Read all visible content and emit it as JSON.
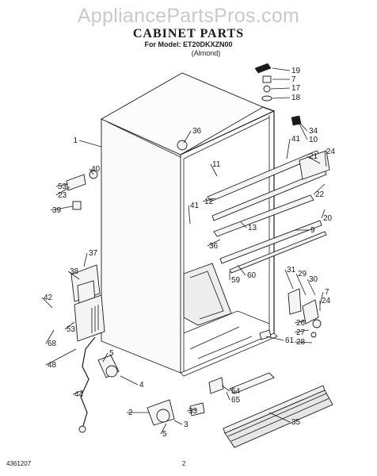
{
  "watermark": "AppliancePartsPros.com",
  "title": "CABINET PARTS",
  "subtitle": "For Model: ET20DKXZN00",
  "subtitle2": "(Almond)",
  "footer": {
    "code": "4361207",
    "page": "2"
  },
  "callouts": [
    "19",
    "7",
    "17",
    "18",
    "36",
    "34",
    "10",
    "1",
    "41",
    "21",
    "24",
    "40",
    "11",
    "53",
    "23",
    "22",
    "39",
    "41",
    "12",
    "20",
    "13",
    "9",
    "36",
    "37",
    "59",
    "60",
    "38",
    "31",
    "29",
    "30",
    "7",
    "42",
    "53",
    "24",
    "26",
    "27",
    "28",
    "68",
    "61",
    "48",
    "5",
    "4",
    "54",
    "65",
    "44",
    "33",
    "2",
    "3",
    "5",
    "35"
  ]
}
